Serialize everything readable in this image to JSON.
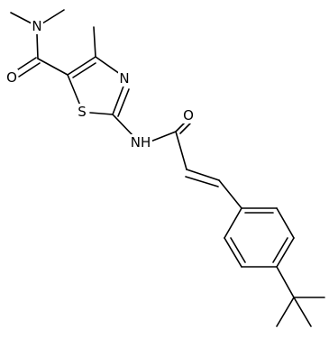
{
  "atoms": {
    "n_amide": "N",
    "o_amide": "O",
    "n_thiazole": "N",
    "s_thiazole": "S",
    "nh": "NH",
    "o_acryl": "O"
  },
  "colors": {
    "bond": "#000000",
    "label": "#000000",
    "background": "#ffffff"
  }
}
